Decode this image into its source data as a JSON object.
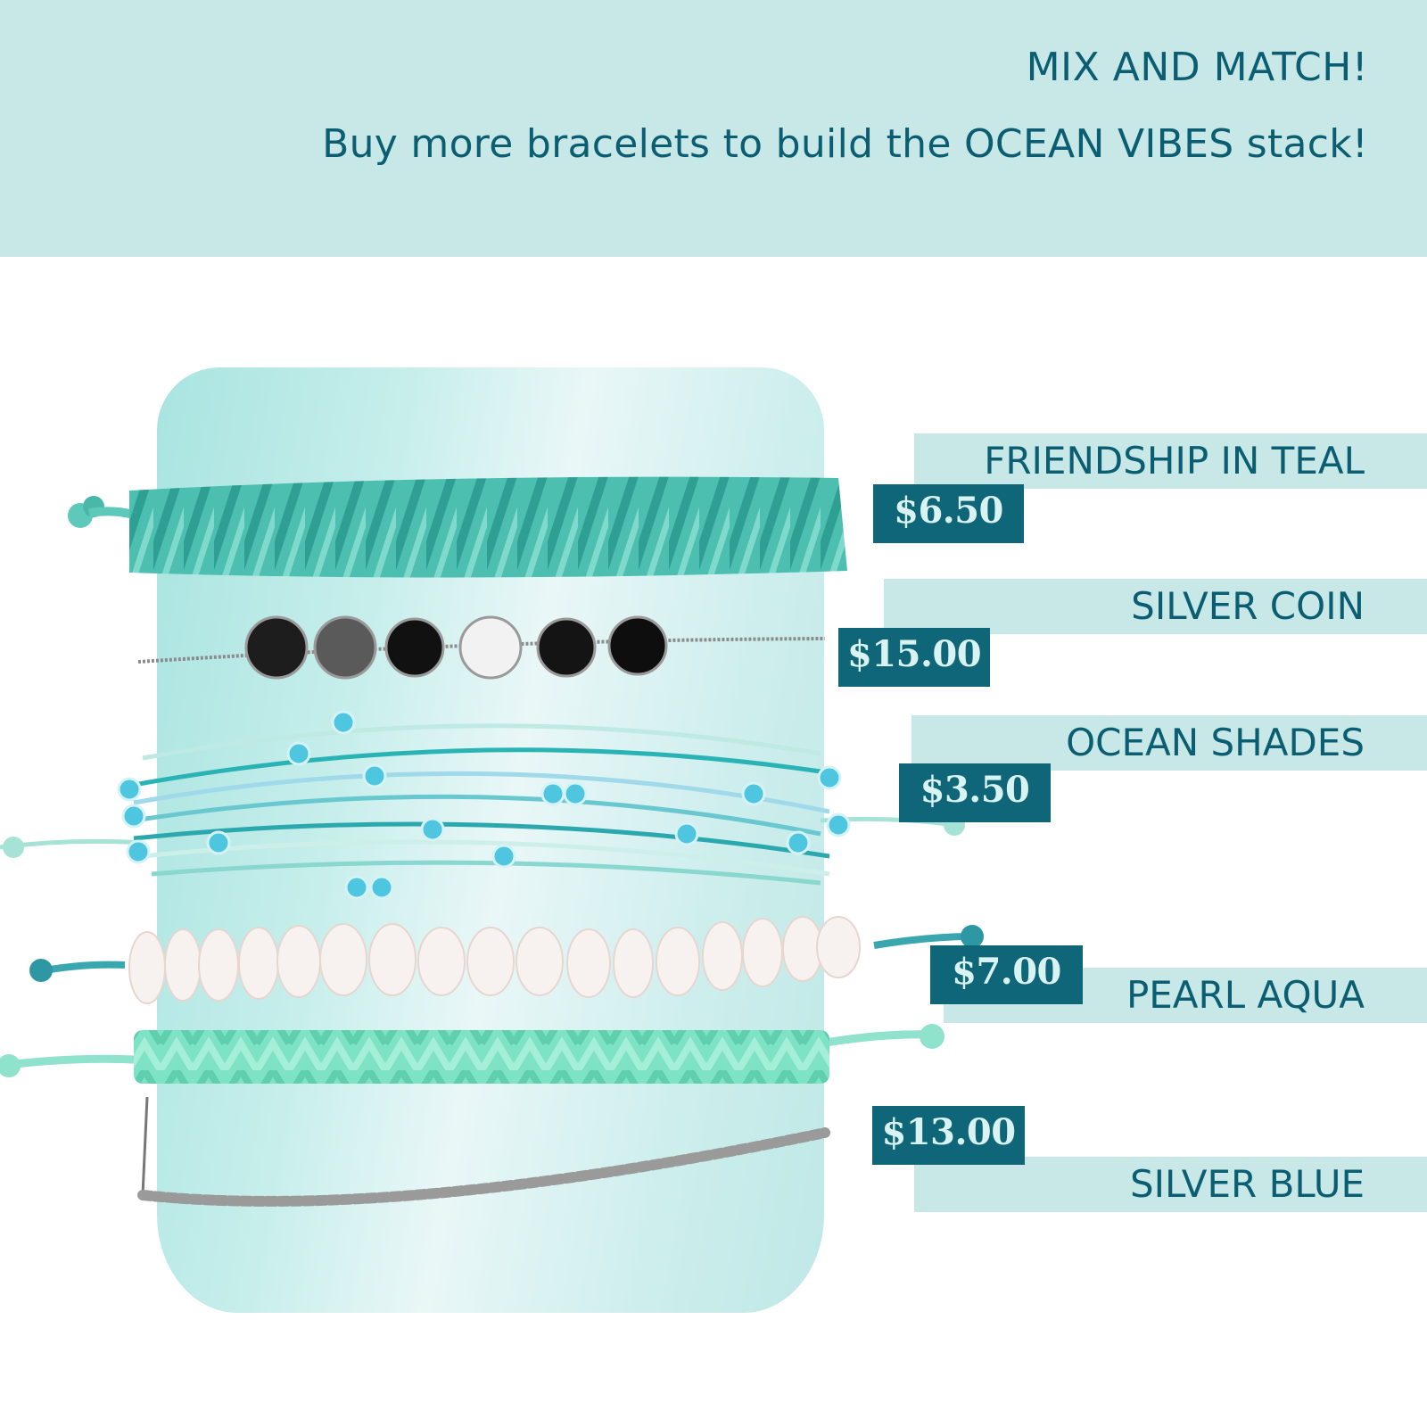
{
  "header": {
    "title": "MIX AND MATCH!",
    "subtitle": "Buy more bracelets to build the OCEAN VIBES stack!"
  },
  "colors": {
    "banner_bg": "#c8e8e8",
    "heading_text": "#0b5e72",
    "price_bg": "#0e6678",
    "price_text": "#d9f2f2"
  },
  "products": [
    {
      "name": "FRIENDSHIP IN TEAL",
      "price": "$6.50",
      "icon": "braided-teal-bracelet-icon"
    },
    {
      "name": "SILVER COIN",
      "price": "$15.00",
      "icon": "silver-coin-bracelet-icon"
    },
    {
      "name": "OCEAN SHADES",
      "price": "$3.50",
      "icon": "beaded-string-bracelet-icon"
    },
    {
      "name": "PEARL AQUA",
      "price": "$7.00",
      "icon": "pearl-bracelet-icon"
    },
    {
      "name": "SILVER BLUE",
      "price": "$13.00",
      "icon": "ball-chain-bracelet-icon"
    }
  ]
}
